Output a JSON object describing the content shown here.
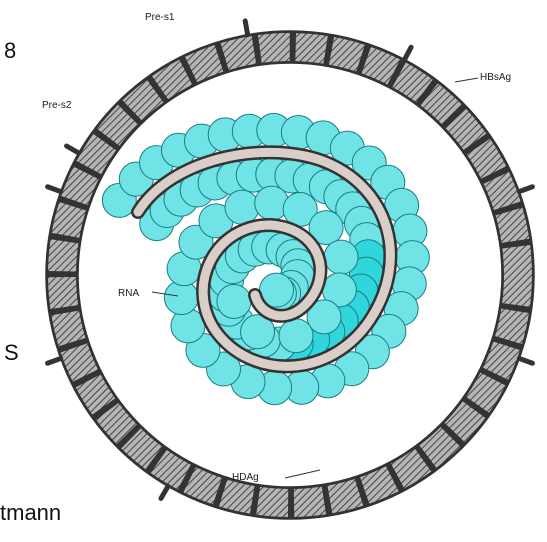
{
  "labels": {
    "pre_s1": "Pre-s1",
    "pre_s2": "Pre-s2",
    "hbsag": "HBsAg",
    "rna": "RNA",
    "hdag": "HDAg"
  },
  "edge_text": {
    "top_left": "8",
    "mid_left": "S",
    "bottom_left": "tmann"
  },
  "colors": {
    "envelope": "#9a9a9a",
    "envelope_hatch": "#444444",
    "protein": "#6fe3e6",
    "protein_dark": "#2fd6dc",
    "protein_outline": "#1a7d80",
    "rna_fill": "#d9cfc8",
    "rna_outline": "#333333"
  }
}
